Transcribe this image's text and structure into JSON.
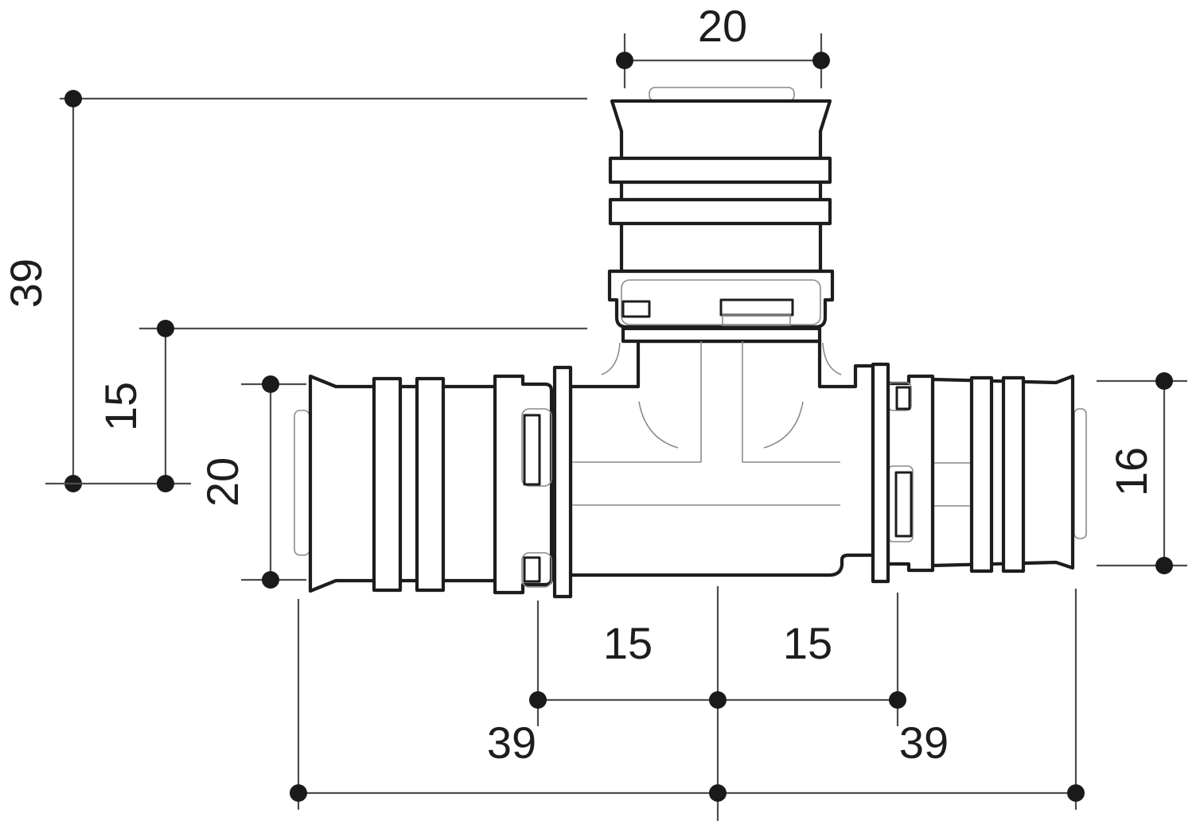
{
  "drawing": {
    "type": "technical-dimension-diagram",
    "subject": "Press tee pipe fitting, side elevation with dimension callouts",
    "colors": {
      "background": "#ffffff",
      "outline": "#1d1d1b",
      "thin_line": "#8a8a8a",
      "dimension_line": "#4d4d4d",
      "dimension_dot": "#1a1a1a"
    },
    "labels": {
      "top_od": "20",
      "branch_total_height": "39",
      "branch_insert_height": "15",
      "left_od": "20",
      "right_od": "16",
      "offset_left": "15",
      "offset_right": "15",
      "insertion_left": "39",
      "insertion_right": "39"
    }
  }
}
